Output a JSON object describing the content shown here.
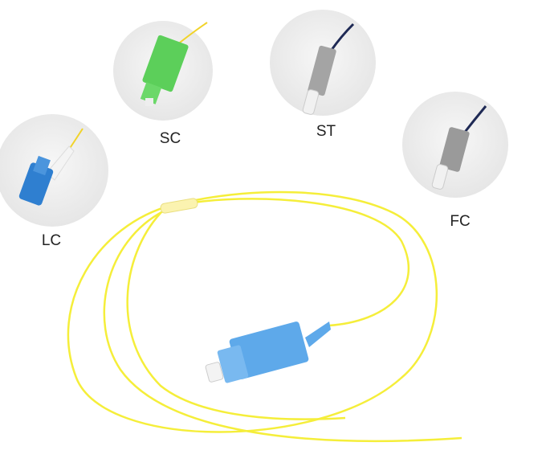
{
  "connectors": [
    {
      "id": "lc",
      "label": "LC",
      "color": "#2f7fd0"
    },
    {
      "id": "sc",
      "label": "SC",
      "color": "#5ccf5a"
    },
    {
      "id": "st",
      "label": "ST",
      "color": "#9a9a9a"
    },
    {
      "id": "fc",
      "label": "FC",
      "color": "#9a9a9a"
    }
  ],
  "fiber_color": "#f5ee3a",
  "main_connector_color": "#5ea9ea"
}
